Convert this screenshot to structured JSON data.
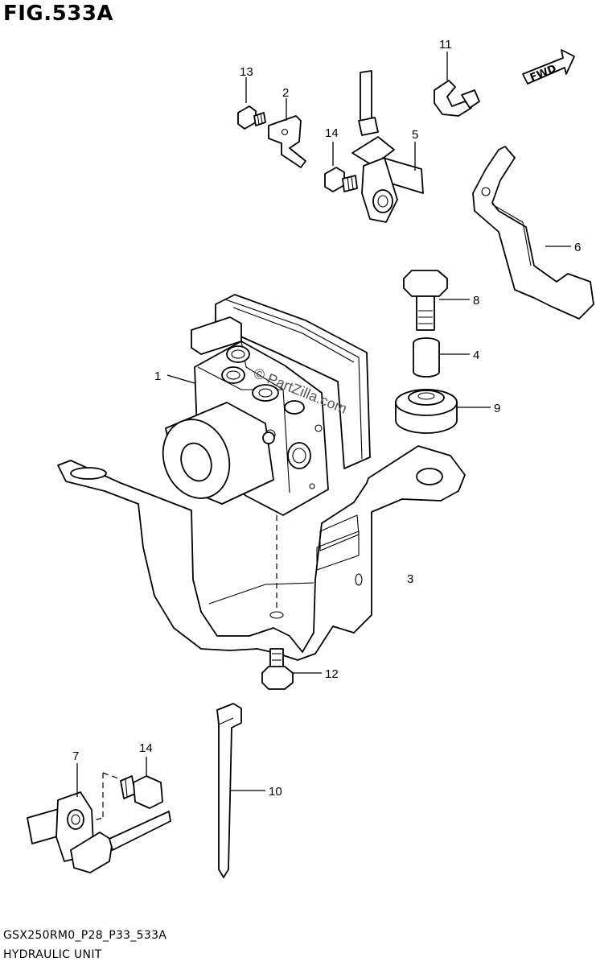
{
  "figure": {
    "title": "FIG.533A",
    "code": "GSX250RM0_P28_P33_533A",
    "name": "HYDRAULIC UNIT",
    "fwd_label": "FWD",
    "watermark": "© PartZilla.com"
  },
  "callouts": [
    "13",
    "2",
    "14",
    "5",
    "11",
    "6",
    "8",
    "4",
    "9",
    "1",
    "3",
    "12",
    "7",
    "14",
    "10"
  ]
}
